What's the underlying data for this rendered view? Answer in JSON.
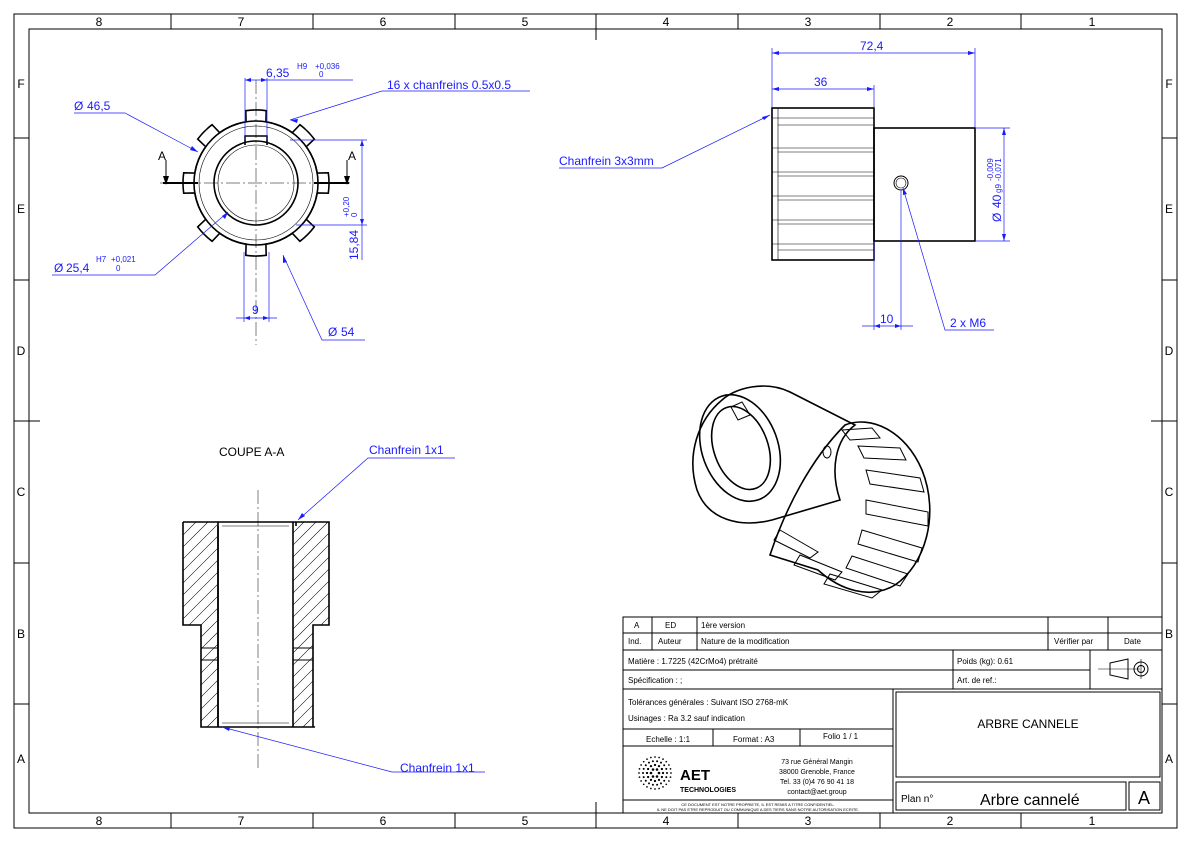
{
  "frame": {
    "columns": [
      "8",
      "7",
      "6",
      "5",
      "4",
      "3",
      "2",
      "1"
    ],
    "rows": [
      "F",
      "E",
      "D",
      "C",
      "B",
      "A"
    ]
  },
  "front_view": {
    "section_marker": "A",
    "dims": {
      "keyway_width": "6,35",
      "keyway_tol_class": "H9",
      "keyway_tol_upper": "+0,036",
      "keyway_tol_lower": "0",
      "chamfers": "16 x  chanfreins 0.5x0.5",
      "outer_dia": "46,5",
      "bore_dia": "25,4",
      "bore_tol_class": "H7",
      "bore_tol_upper": "+0,021",
      "bore_tol_lower": "0",
      "key_height": "15,84",
      "key_height_tol_upper": "+0,20",
      "key_height_tol_lower": "0",
      "spline_width": "9",
      "tip_dia": "54",
      "dia_symbol": "Ø"
    }
  },
  "side_view": {
    "dims": {
      "total_length": "72,4",
      "spline_length": "36",
      "chamfer": "Chanfrein 3x3mm",
      "shaft_dia": "40",
      "shaft_tol_class": "g9",
      "shaft_tol_upper": "-0,009",
      "shaft_tol_lower": "-0,071",
      "hole_offset": "10",
      "holes": "2 x M6",
      "dia_symbol": "Ø"
    }
  },
  "section_view": {
    "title": "COUPE A-A",
    "chamfer_top": "Chanfrein 1x1",
    "chamfer_bottom": "Chanfrein 1x1"
  },
  "title_block": {
    "rev_row": {
      "rev": "A",
      "author": "ED",
      "desc": "1ère version"
    },
    "rev_header": {
      "ind": "Ind.",
      "author": "Auteur",
      "nature": "Nature de la modification",
      "verif": "Vérifier par",
      "date": "Date"
    },
    "material": "Matière : 1.7225 (42CrMo4) prétraité",
    "weight": "Poids (kg): 0.61",
    "spec": "Spécification : ;",
    "art_ref": "Art. de ref.:",
    "tolerances": "Tolérances générales : Suivant ISO  2768-mK",
    "machining": "Usinages : Ra 3.2 sauf indication",
    "scale": "Echelle : 1:1",
    "format": "Format : A3",
    "folio": "Folio  1 / 1",
    "company_name": "AET",
    "company_sub": "TECHNOLOGIES",
    "address_1": "73 rue Général Mangin",
    "address_2": "38000 Grenoble, France",
    "phone": "Tel. 33 (0)4 76 90 41 18",
    "email": "contact@aet.group",
    "confidential_1": "CE DOCUMENT EST NOTRE PROPRIETE, IL EST REMIS A TITRE CONFIDENTIEL.",
    "confidential_2": "IL NE DOIT PAS ETRE REPRODUIT OU COMMUNIQUE A DES TIERS SANS NOTRE AUTORISATION ECRITE.",
    "part_title": "ARBRE CANNELE",
    "plan_label": "Plan n°",
    "plan_name": "Arbre cannelé",
    "sheet_rev": "A"
  }
}
